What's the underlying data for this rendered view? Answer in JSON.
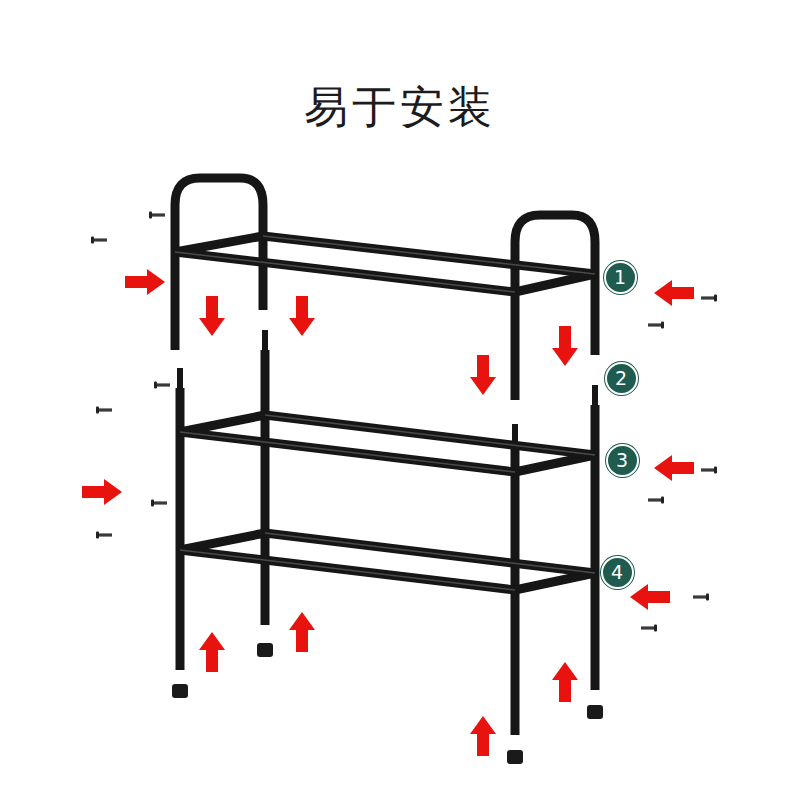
{
  "diagram": {
    "title": "易于安装",
    "nodes": [
      {
        "text": [
          "1"
        ]
      },
      {
        "text": [
          "2"
        ]
      },
      {
        "text": [
          "3"
        ]
      },
      {
        "text": [
          "4"
        ]
      }
    ]
  }
}
